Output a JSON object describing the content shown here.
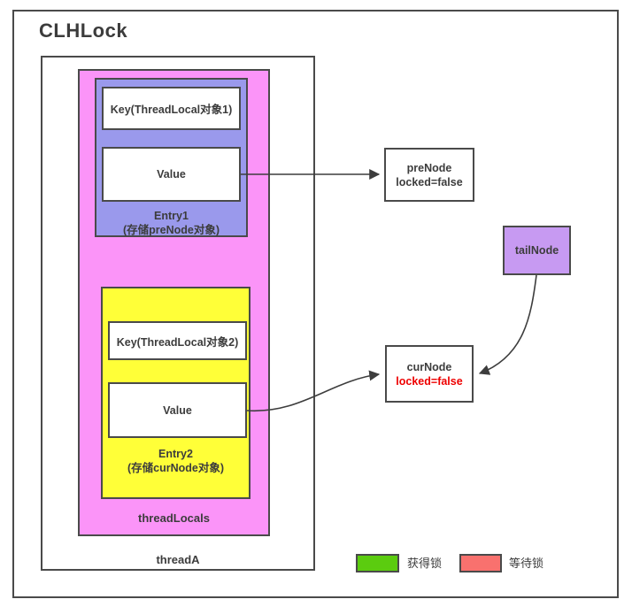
{
  "title": "CLHLock",
  "thread_a": {
    "label": "threadA",
    "thread_locals": {
      "label": "threadLocals",
      "entry1": {
        "key": "Key(ThreadLocal对象1)",
        "value": "Value",
        "caption_line1": "Entry1",
        "caption_line2": "(存储preNode对象)"
      },
      "entry2": {
        "key": "Key(ThreadLocal对象2)",
        "value": "Value",
        "caption_line1": "Entry2",
        "caption_line2": "(存储curNode对象)"
      }
    }
  },
  "nodes": {
    "pre_node": {
      "line1": "preNode",
      "line2": "locked=false"
    },
    "tail_node": {
      "label": "tailNode"
    },
    "cur_node": {
      "line1": "curNode",
      "line2": "locked=false",
      "line2_color": "#ee0000"
    }
  },
  "legend": [
    {
      "label": "获得锁",
      "color": "#5bcc0f"
    },
    {
      "label": "等待锁",
      "color": "#f9716e"
    }
  ],
  "colors": {
    "thread_locals_pink": "#fb94f8",
    "entry1_purple": "#9a99ec",
    "entry2_yellow": "#ffff38",
    "tail_node_purple": "#c79af2",
    "border_dark": "#4a4a4a"
  }
}
